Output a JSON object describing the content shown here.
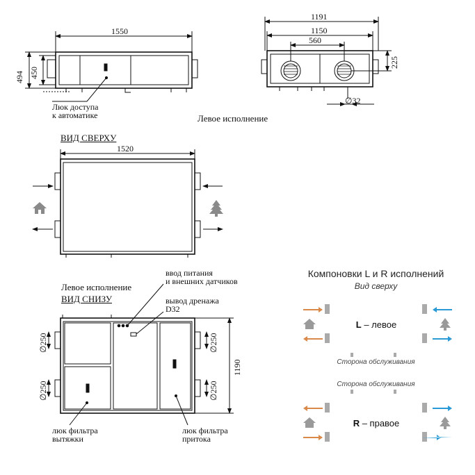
{
  "top_left": {
    "dims": {
      "width": "1550",
      "height_outer": "494",
      "height_inner": "450"
    },
    "callout": [
      "Люк доступа",
      "к автоматике"
    ]
  },
  "top_right": {
    "dims": {
      "width_outer": "1191",
      "width_inner": "1150",
      "spacing": "560",
      "offset": "225",
      "drain": "∅32"
    }
  },
  "caption_left": "Левое исполнение",
  "top_view": {
    "title": "ВИД СВЕРХУ",
    "width": "1520"
  },
  "bottom_view": {
    "variant": "Левое исполнение",
    "title": "ВИД СНИЗУ",
    "power_label": [
      "ввод питания",
      "и внешних датчиков"
    ],
    "drain_label": [
      "вывод дренажа",
      "D32"
    ],
    "depth": "1190",
    "duct_diameters": [
      "∅250",
      "∅250",
      "∅250",
      "∅250"
    ],
    "filter_exhaust": [
      "люк фильтра",
      "вытяжки"
    ],
    "filter_supply": [
      "люк фильтра",
      "притока"
    ]
  },
  "legend": {
    "title": "Компоновки L и R исполнений",
    "subtitle": "Вид сверху",
    "left_variant": {
      "letter": "L",
      "text": " – левое"
    },
    "right_variant": {
      "letter": "R",
      "text": " – правое"
    },
    "service_side": "Сторона обслуживания",
    "colors": {
      "warm": "#d98a4a",
      "cold": "#2a9ad6",
      "icon": "#9a9a9a"
    }
  },
  "icons": [
    "house-icon",
    "tree-icon"
  ]
}
